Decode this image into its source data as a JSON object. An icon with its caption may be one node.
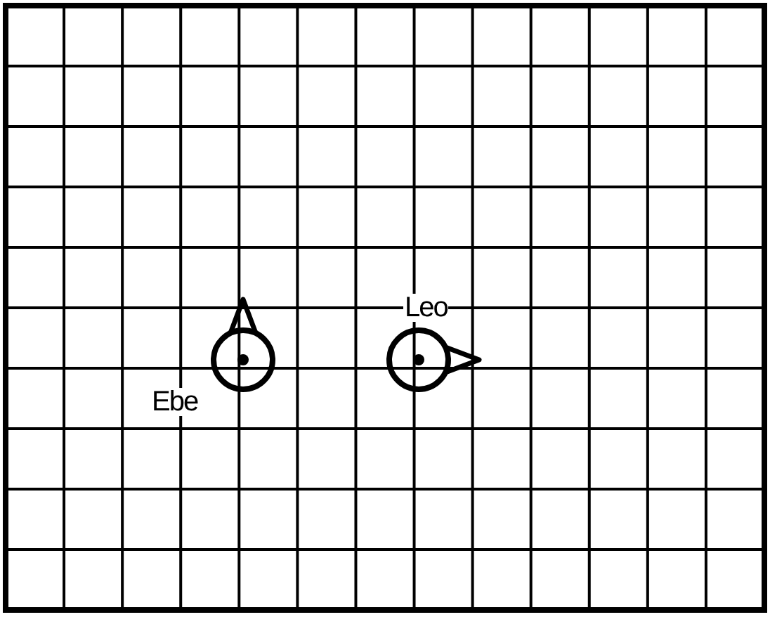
{
  "diagram": {
    "nodes": [
      {
        "text": [],
        "shape": "circle",
        "beside": [
          "Ebe"
        ]
      },
      {
        "text": [],
        "shape": "circle",
        "beside": [
          "Leo"
        ]
      }
    ]
  }
}
